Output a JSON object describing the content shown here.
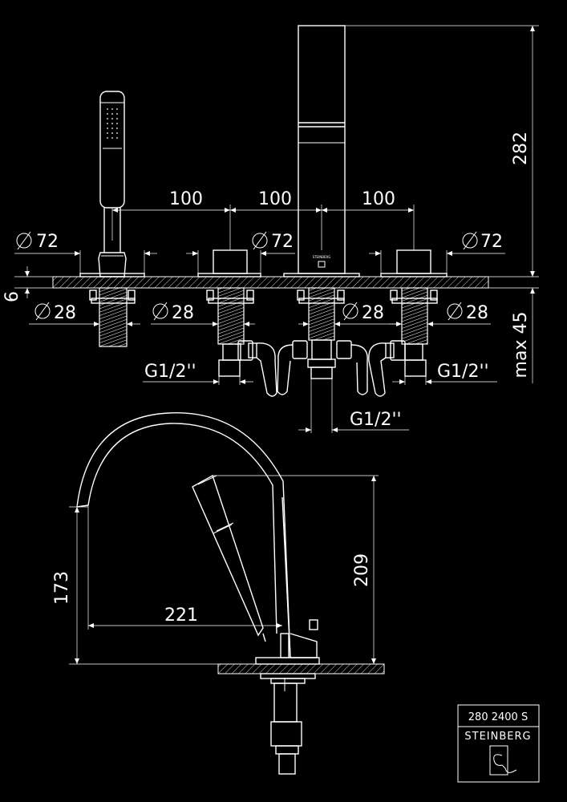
{
  "dimensions": {
    "spacing_1": "100",
    "spacing_2": "100",
    "spacing_3": "100",
    "dia72_left": "72",
    "dia72_mid": "72",
    "dia72_right": "72",
    "dia28_1": "28",
    "dia28_2": "28",
    "dia28_3": "28",
    "dia28_4": "28",
    "thread_left": "G1/2''",
    "thread_right": "G1/2''",
    "thread_center": "G1/2''",
    "deck_thickness": "6",
    "max_deck": "max 45",
    "total_height": "282",
    "spout_height": "173",
    "spout_reach": "221",
    "handle_height": "209"
  },
  "title_block": {
    "article_number": "280 2400 S",
    "brand": "STEINBERG"
  },
  "spout_marking": "STEINBERG"
}
